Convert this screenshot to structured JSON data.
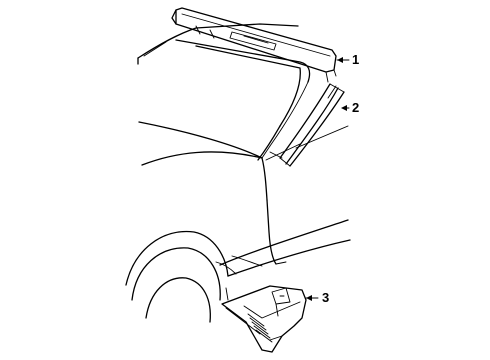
{
  "diagram": {
    "callouts": [
      {
        "id": 1,
        "label": "1"
      },
      {
        "id": 2,
        "label": "2"
      },
      {
        "id": 3,
        "label": "3"
      }
    ],
    "colors": {
      "ink": "#000000",
      "background": "#ffffff"
    }
  }
}
